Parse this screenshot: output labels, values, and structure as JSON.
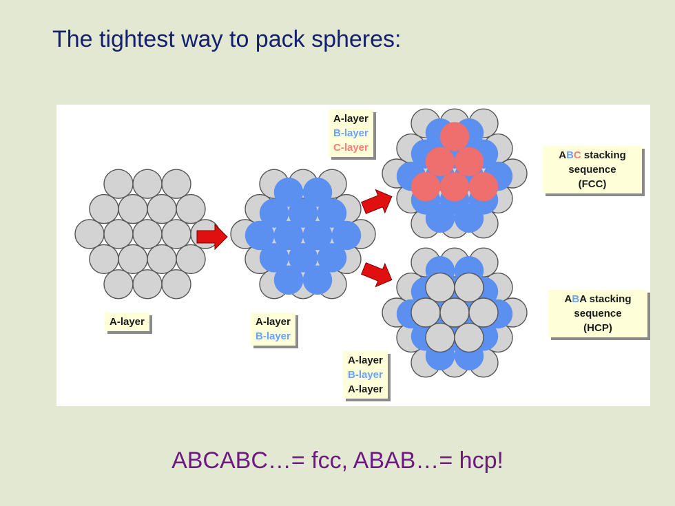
{
  "title": "The tightest way to pack spheres:",
  "footer": "ABCABC…= fcc, ABAB…= hcp!",
  "labels": {
    "single": [
      "A-layer"
    ],
    "two": [
      "A-layer",
      "B-layer"
    ],
    "fcc_layers": [
      "A-layer",
      "B-layer",
      "C-layer"
    ],
    "hcp_layers": [
      "A-layer",
      "B-layer",
      "A-layer"
    ],
    "fcc_caption": {
      "a": "A",
      "b": "B",
      "c": "C",
      "line1_rest": " stacking",
      "line2": "sequence",
      "line3": "(FCC)"
    },
    "hcp_caption": {
      "a1": "A",
      "b": "B",
      "a2": "A",
      "line1_rest": " stacking",
      "line2": "sequence",
      "line3": "(HCP)"
    }
  },
  "colors": {
    "background": "#e3e8d3",
    "title": "#14206e",
    "footer": "#6d1a80",
    "sphere_a": "#d3d3d3",
    "sphere_b": "#5b8ff0",
    "sphere_c": "#ef6e6e",
    "arrow": "#e01010"
  }
}
